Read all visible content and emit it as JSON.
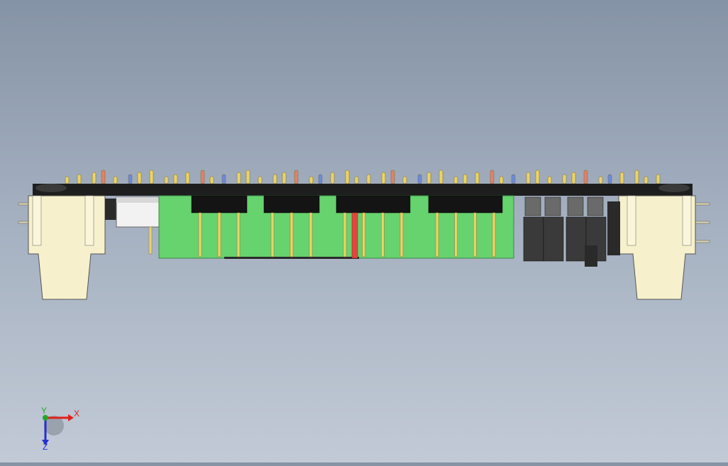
{
  "viewport": {
    "background_top": "#8593a6",
    "background_bottom": "#c2cad6"
  },
  "model": {
    "board_color": "#66d36e",
    "plate_color": "#1e1e1e",
    "header_color": "#141414",
    "pin_color": "#e8d36a",
    "connector_color": "#f6f0cc",
    "highlight_pin_color": "#e0483c",
    "component_color": "#3a3a3a"
  },
  "triad": {
    "x_label": "X",
    "y_label": "Y",
    "z_label": "Z",
    "x_color": "#e0201c",
    "y_color": "#1ea82a",
    "z_color": "#2430d0"
  }
}
